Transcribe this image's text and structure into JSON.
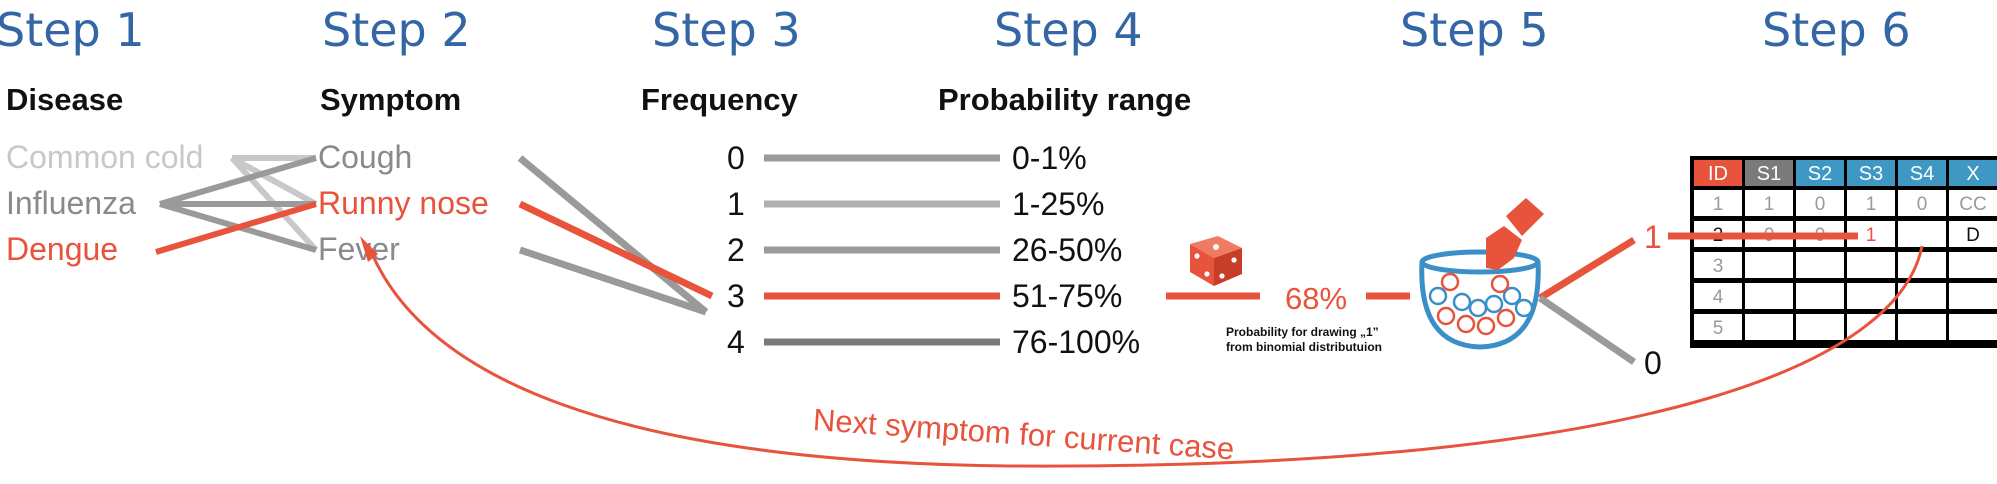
{
  "steps": [
    "Step 1",
    "Step 2",
    "Step 3",
    "Step 4",
    "Step 5",
    "Step 6"
  ],
  "headings": {
    "disease": "Disease",
    "symptom": "Symptom",
    "frequency": "Frequency",
    "probability_range": "Probability range"
  },
  "diseases": [
    "Common cold",
    "Influenza",
    "Dengue"
  ],
  "symptoms": [
    "Cough",
    "Runny nose",
    "Fever"
  ],
  "frequencies": [
    "0",
    "1",
    "2",
    "3",
    "4"
  ],
  "ranges": [
    "0-1%",
    "1-25%",
    "26-50%",
    "51-75%",
    "76-100%"
  ],
  "drawn_probability": "68%",
  "probability_note": [
    "Probability for drawing „1”",
    "from binomial distributuion"
  ],
  "outcomes": {
    "one": "1",
    "zero": "0"
  },
  "table": {
    "headers": [
      "ID",
      "S1",
      "S2",
      "S3",
      "S4",
      "X"
    ],
    "header_colors": [
      "#e8533c",
      "#7a7a7a",
      "#3f97c4",
      "#3f97c4",
      "#3f97c4",
      "#3f97c4"
    ],
    "rows": [
      [
        "1",
        "1",
        "0",
        "1",
        "0",
        "CC"
      ],
      [
        "2",
        "0",
        "0",
        "1",
        "",
        "D"
      ],
      [
        "3",
        "",
        "",
        "",
        "",
        ""
      ],
      [
        "4",
        "",
        "",
        "",
        "",
        ""
      ],
      [
        "5",
        "",
        "",
        "",
        "",
        ""
      ]
    ]
  },
  "loop_label": "Next symptom for current case",
  "colors": {
    "highlight": "#e8533c",
    "grey": "#9a9a9a",
    "light_grey": "#c8c8c8",
    "step_blue": "#3466a6"
  }
}
